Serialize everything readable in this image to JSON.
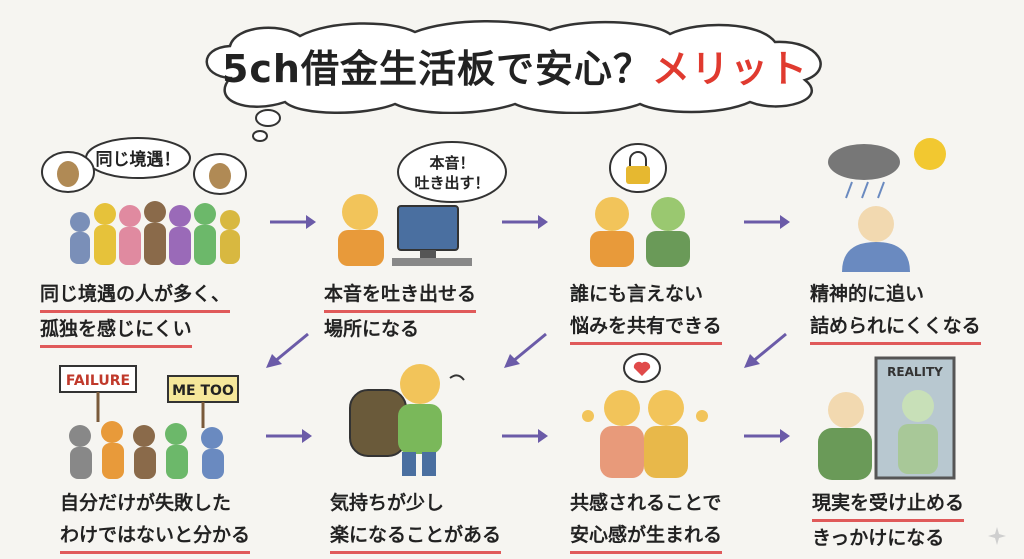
{
  "title": {
    "main": "5ch借金生活板で安心？",
    "highlight": "メリット"
  },
  "steps": [
    {
      "line1": "同じ境遇の人が多く、",
      "line2": "孤独を感じにくい",
      "bubble": "同じ境遇！"
    },
    {
      "line1": "本音を吐き出せる",
      "line2": "場所になる",
      "bubble1": "本音！",
      "bubble2": "吐き出す！"
    },
    {
      "line1": "誰にも言えない",
      "line2": "悩みを共有できる"
    },
    {
      "line1": "精神的に追い",
      "line2": "詰められにくくなる"
    },
    {
      "line1": "自分だけが失敗した",
      "line2": "わけではないと分かる",
      "sign1": "FAILURE",
      "sign2": "ME TOO"
    },
    {
      "line1": "気持ちが少し",
      "line2": "楽になることがある"
    },
    {
      "line1": "共感されることで",
      "line2": "安心感が生まれる"
    },
    {
      "line1": "現実を受け止める",
      "line2": "きっかけになる",
      "mirror_label": "REALITY"
    }
  ],
  "colors": {
    "accent": "#e03a2f",
    "underline": "#e05a5a",
    "arrow": "#6b5ba8"
  }
}
